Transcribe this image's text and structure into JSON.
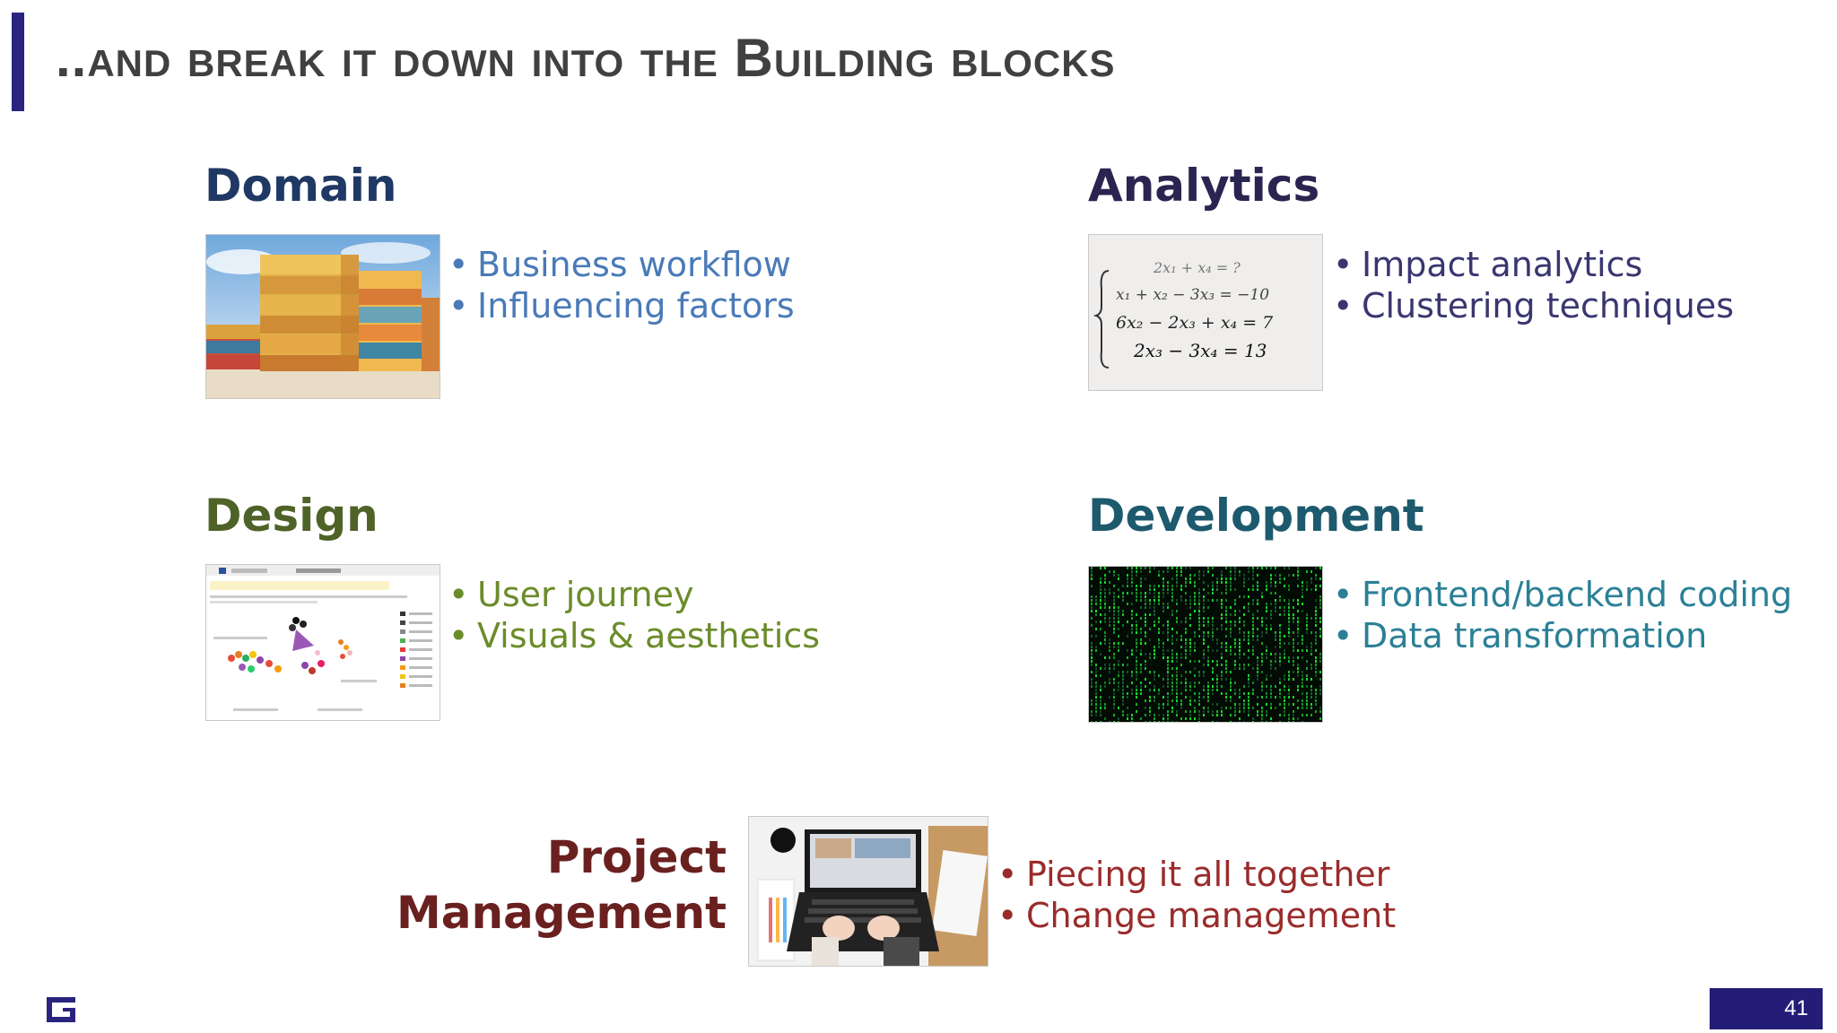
{
  "slide": {
    "title": "..and break it down into the Building blocks",
    "page_number": "41"
  },
  "blocks": {
    "domain": {
      "title": "Domain",
      "color": "#1f3864",
      "bullets": [
        "Business workflow",
        "Influencing factors"
      ]
    },
    "analytics": {
      "title": "Analytics",
      "color": "#2a2550",
      "bullets": [
        "Impact analytics",
        "Clustering techniques"
      ],
      "equations": [
        "2x₁ + x₄ = ?",
        "x₁ + x₂ − 3x₃ = −10",
        "6x₂ − 2x₃ + x₄ = 7",
        "2x₃ − 3x₄ = 13"
      ]
    },
    "design": {
      "title": "Design",
      "color": "#4f6228",
      "bullets": [
        "User journey",
        "Visuals & aesthetics"
      ]
    },
    "development": {
      "title": "Development",
      "color": "#1d5a6e",
      "bullets": [
        "Frontend/backend coding",
        "Data transformation"
      ]
    },
    "project_management": {
      "title_line1": "Project",
      "title_line2": "Management",
      "color": "#6b2020",
      "bullets": [
        "Piecing it all together",
        "Change management"
      ]
    }
  },
  "icons": {
    "logo": "company-logo-icon"
  }
}
